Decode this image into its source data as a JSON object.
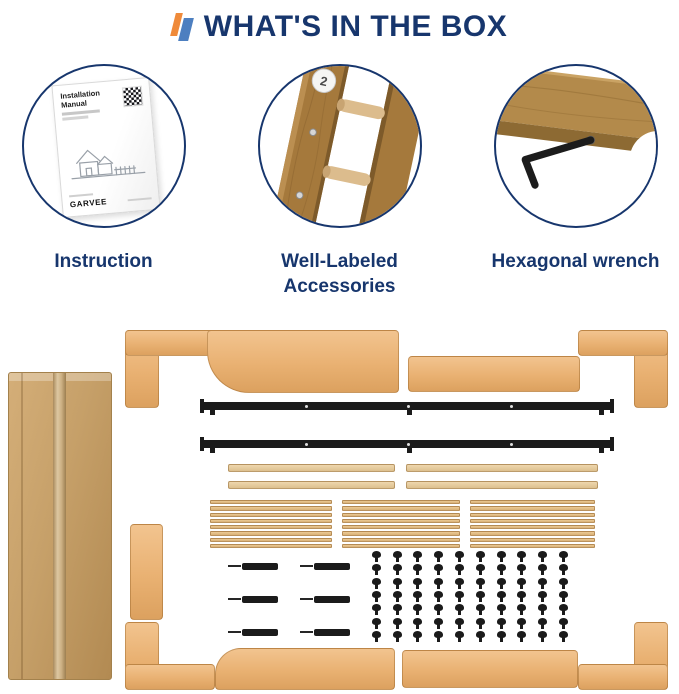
{
  "header": {
    "title": "WHAT'S IN THE BOX"
  },
  "features": [
    {
      "id": "instruction",
      "label": "Instruction"
    },
    {
      "id": "accessories",
      "label": "Well-Labeled Accessories"
    },
    {
      "id": "wrench",
      "label": "Hexagonal wrench"
    }
  ],
  "manual": {
    "title": "Installation Manual",
    "brand": "GARVEE"
  },
  "accessories": {
    "part_label": "2"
  },
  "colors": {
    "navy": "#17366d",
    "orange": "#ef8a3a",
    "blue": "#4d7fc0",
    "wood_a": "#f2c48f",
    "wood_b": "#e9b172",
    "wood_c": "#dca15f",
    "oak": "#a5793c",
    "oak_dark": "#8d6530",
    "carton": "#c6a069",
    "ink": "#1b1b1b"
  },
  "parts": {
    "screws": {
      "rows": 7,
      "cols": 10
    },
    "slat_bundles": {
      "count": 3,
      "slats_per_bundle": 8
    },
    "bolts": {
      "count": 6
    }
  }
}
